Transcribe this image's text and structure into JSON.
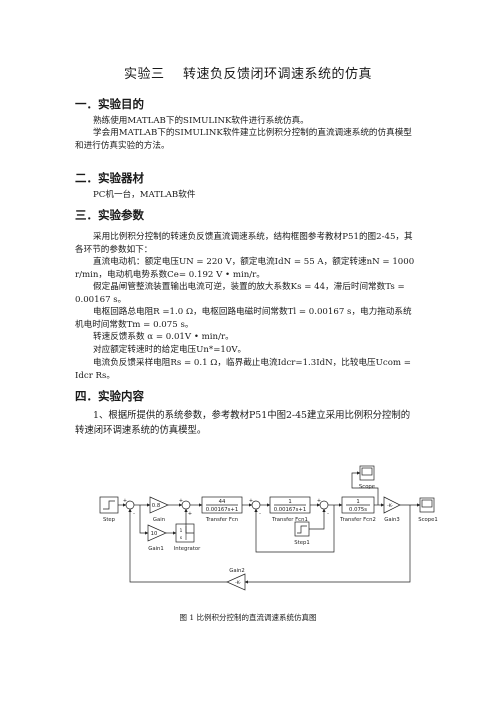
{
  "title": {
    "part1": "实验三",
    "part2": "转速负反馈闭环调速系统的仿真"
  },
  "sections": [
    {
      "heading": "一．实验目的",
      "paragraphs": [
        "熟练使用MATLAB下的SIMULINK软件进行系统仿真。",
        "学会用MATLAB下的SIMULINK软件建立比例积分控制的直流调速系统的仿真模型和进行仿真实验的方法。"
      ]
    },
    {
      "heading": "二．实验器材",
      "paragraphs": [
        "PC机一台，MATLAB软件"
      ]
    },
    {
      "heading": "三．实验参数",
      "paragraphs": [
        "采用比例积分控制的转速负反馈直流调速系统，结构框图参考教材P51的图2-45，其各环节的参数如下：",
        "直流电动机：额定电压UN = 220 V，额定电流IdN = 55 A，额定转速nN = 1000 r/min，电动机电势系数Ce= 0.192 V • min/r。",
        "假定晶闸管整流装置输出电流可逆，装置的放大系数Ks = 44，滞后时间常数Ts = 0.00167 s。",
        "电枢回路总电阻R =1.0  Ω，电枢回路电磁时间常数Tl = 0.00167 s，电力拖动系统机电时间常数Tm = 0.075 s。",
        "转速反馈系数  α  = 0.01V • min/r。",
        "对应额定转速时的给定电压Un*=10V。",
        "电流负反馈采样电阻Rs = 0.1  Ω，临界截止电流Idcr=1.3IdN，比较电压Ucom = Idcr Rs。"
      ]
    },
    {
      "heading": "四．实验内容",
      "paragraphs": [
        "1、根据所提供的系统参数，参考教材P51中图2-45建立采用比例积分控制的转速闭环调速系统的仿真模型。"
      ]
    }
  ],
  "diagram": {
    "blocks": {
      "step": "Step",
      "gain": {
        "name": "Gain",
        "value": "0.8"
      },
      "tf": {
        "name": "Transfer Fcn",
        "num": "44",
        "den": "0.00167s+1"
      },
      "tf1": {
        "name": "Transfer Fcn1",
        "num": "1",
        "den": "0.00167s+1"
      },
      "tf2": {
        "name": "Transfer Fcn2",
        "num": "1",
        "den": "0.075s"
      },
      "gain3": {
        "name": "Gain3",
        "value": "-K-"
      },
      "scope": "Scope",
      "scope1": "Scope1",
      "gain1": {
        "name": "Gain1",
        "value": "10"
      },
      "integrator": {
        "name": "Integrator",
        "symbol_num": "1",
        "symbol_den": "s"
      },
      "step1": "Step1",
      "gain2": {
        "name": "Gain2",
        "value": "-K-"
      }
    },
    "caption": "图 1 比例积分控制的直流调速系统仿真图"
  }
}
